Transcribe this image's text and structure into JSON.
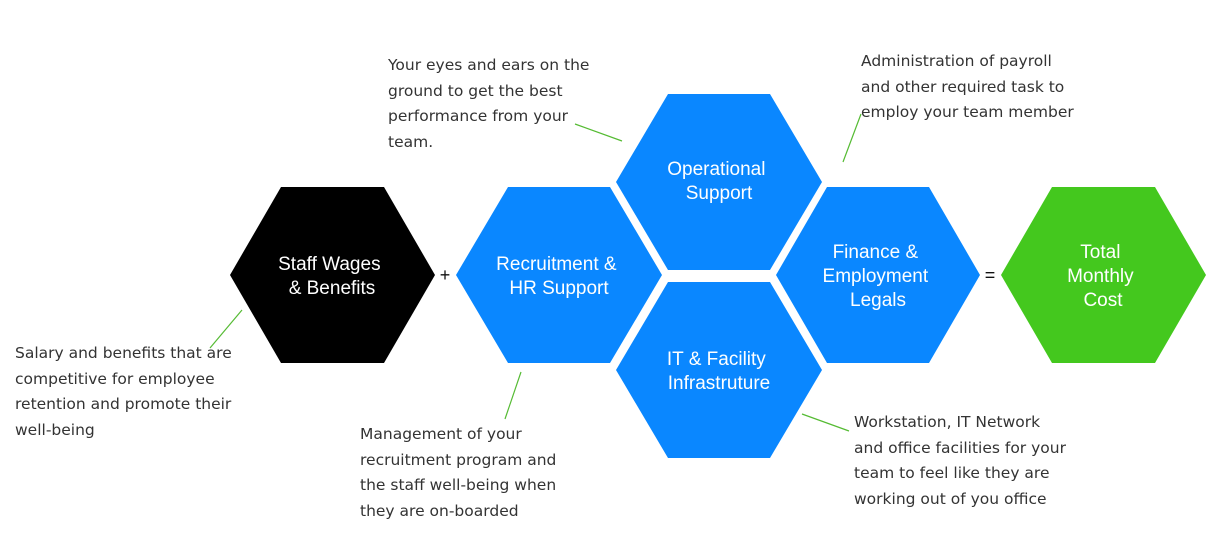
{
  "hexagons": {
    "staff": {
      "lines": [
        "Staff Wages",
        "& Benefits"
      ],
      "color": "#000000",
      "text_color": "#ffffff"
    },
    "recruitment": {
      "lines": [
        "Recruitment &",
        "HR Support"
      ],
      "color": "#0a87ff",
      "text_color": "#ffffff"
    },
    "operational": {
      "lines": [
        "Operational",
        "Support"
      ],
      "color": "#0a87ff",
      "text_color": "#ffffff"
    },
    "it": {
      "lines": [
        "IT & Facility",
        "Infrastruture"
      ],
      "color": "#0a87ff",
      "text_color": "#ffffff"
    },
    "finance": {
      "lines": [
        "Finance &",
        "Employment",
        "Legals"
      ],
      "color": "#0a87ff",
      "text_color": "#ffffff"
    },
    "total": {
      "lines": [
        "Total",
        "Monthly",
        "Cost"
      ],
      "color": "#44c81e",
      "text_color": "#ffffff"
    }
  },
  "operators": {
    "plus": "+",
    "equals": "="
  },
  "connector_color": "#55bb33",
  "notes": {
    "operational": [
      "Your eyes and ears on the",
      "ground to get the best",
      "performance from your",
      "team."
    ],
    "finance": [
      "Administration of payroll",
      "and other required task to",
      "employ your team member"
    ],
    "staff": [
      "Salary and benefits that are",
      "competitive for employee",
      "retention and promote their",
      "well-being"
    ],
    "recruitment": [
      "Management of your",
      "recruitment program and",
      "the staff well-being when",
      "they are on-boarded"
    ],
    "it": [
      "Workstation, IT Network",
      "and office facilities for your",
      "team to feel like they are",
      "working out of you office"
    ]
  }
}
